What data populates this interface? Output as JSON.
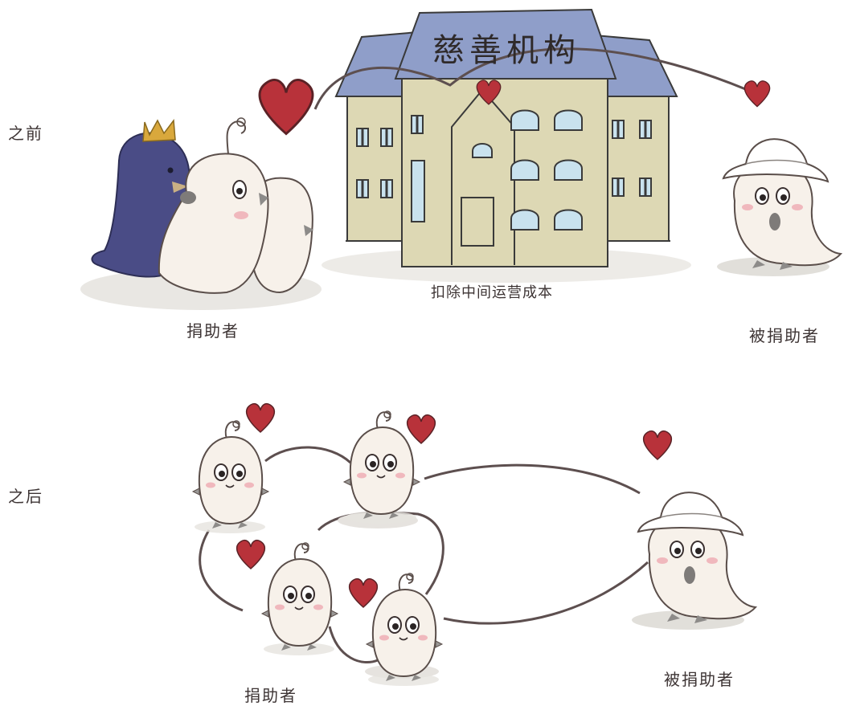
{
  "sections": {
    "before": "之前",
    "after": "之后"
  },
  "before_panel": {
    "building_sign": "慈善机构",
    "building_caption": "扣除中间运营成本",
    "donor_label": "捐助者",
    "recipient_label": "被捐助者"
  },
  "after_panel": {
    "donor_label": "捐助者",
    "recipient_label": "被捐助者"
  },
  "colors": {
    "heart": "#b8323a",
    "roof": "#8f9ec9",
    "wall": "#ddd8b4",
    "window": "#c9e2ee",
    "creature": "#f7f1ea",
    "penguin": "#4a4c86",
    "crown": "#d9a83c",
    "outline": "#5a4e4a"
  }
}
